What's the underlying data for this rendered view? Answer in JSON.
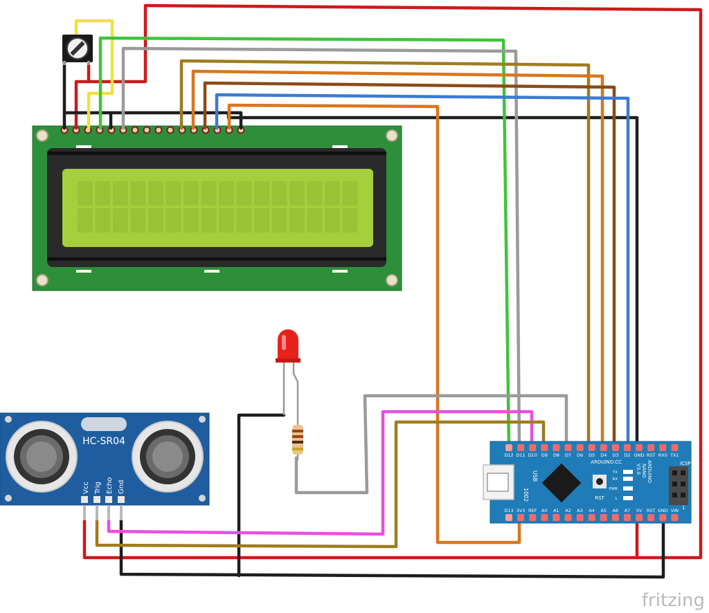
{
  "lcd": {
    "pin_count": 16
  },
  "sensor": {
    "name": "HC-SR04",
    "pins": [
      "Vcc",
      "Trig",
      "Echo",
      "Gnd"
    ]
  },
  "arduino": {
    "top_pins": [
      "D12",
      "D11",
      "D10",
      "D9",
      "D8",
      "D7",
      "D6",
      "D5",
      "D4",
      "D3",
      "D2",
      "GND",
      "RST",
      "RX0",
      "TX1"
    ],
    "bottom_pins": [
      "D13",
      "3V3",
      "REF",
      "A0",
      "A1",
      "A2",
      "A3",
      "A4",
      "A5",
      "A6",
      "A7",
      "5V",
      "RST",
      "GND",
      "VIN"
    ],
    "usb_label": "USB",
    "brand": "ARDUINO.CC",
    "board_name": [
      "ARDUINO",
      "NANO",
      "V3.0"
    ],
    "icsp_label": "ICSP",
    "leds": [
      "TX",
      "RX",
      "PWR",
      "L"
    ],
    "reset_label": "RST",
    "chip_label": "1002",
    "corner_mark": "1"
  },
  "watermark": "fritzing",
  "colors": {
    "red": "#cc1a1a",
    "black": "#1e1e1e",
    "yellow": "#f2e13a",
    "green": "#3fc43a",
    "gray": "#9a9a9a",
    "dark_yellow": "#a07c1e",
    "orange": "#d8761e",
    "brown": "#8a4a18",
    "blue": "#3a7bd5",
    "magenta": "#e84fe0",
    "lcd_pcb": "#2e8f3a",
    "lcd_screen": "#a6cf3e",
    "sensor_pcb": "#1f5da0",
    "nano_pcb": "#1f7cb8"
  }
}
